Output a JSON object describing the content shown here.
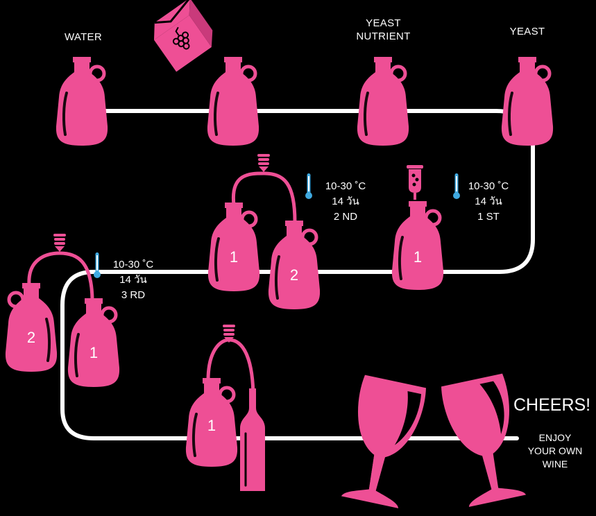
{
  "colors": {
    "accent": "#EE4F95",
    "line": "#FFFFFF",
    "thermometer": "#3FA9E0",
    "background": "#000000"
  },
  "labels": {
    "water": "WATER",
    "yeast_nutrient_line1": "YEAST",
    "yeast_nutrient_line2": "NUTRIENT",
    "yeast": "YEAST"
  },
  "steps": [
    {
      "temp": "10-30 ˚C",
      "days": "14 วัน",
      "stage": "1 ST"
    },
    {
      "temp": "10-30 ˚C",
      "days": "14 วัน",
      "stage": "2 ND"
    },
    {
      "temp": "10-30 ˚C",
      "days": "14 วัน",
      "stage": "3 RD"
    }
  ],
  "jug_numbers": {
    "one": "1",
    "two": "2"
  },
  "finale": {
    "cheers": "CHEERS!",
    "enjoy_line1": "ENJOY",
    "enjoy_line2": "YOUR OWN",
    "enjoy_line3": "WINE"
  },
  "icons": [
    "jug-icon",
    "grape-juice-carton-icon",
    "airlock-icon",
    "thermometer-icon",
    "siphon-icon",
    "bottle-icon",
    "wine-glass-icon"
  ]
}
